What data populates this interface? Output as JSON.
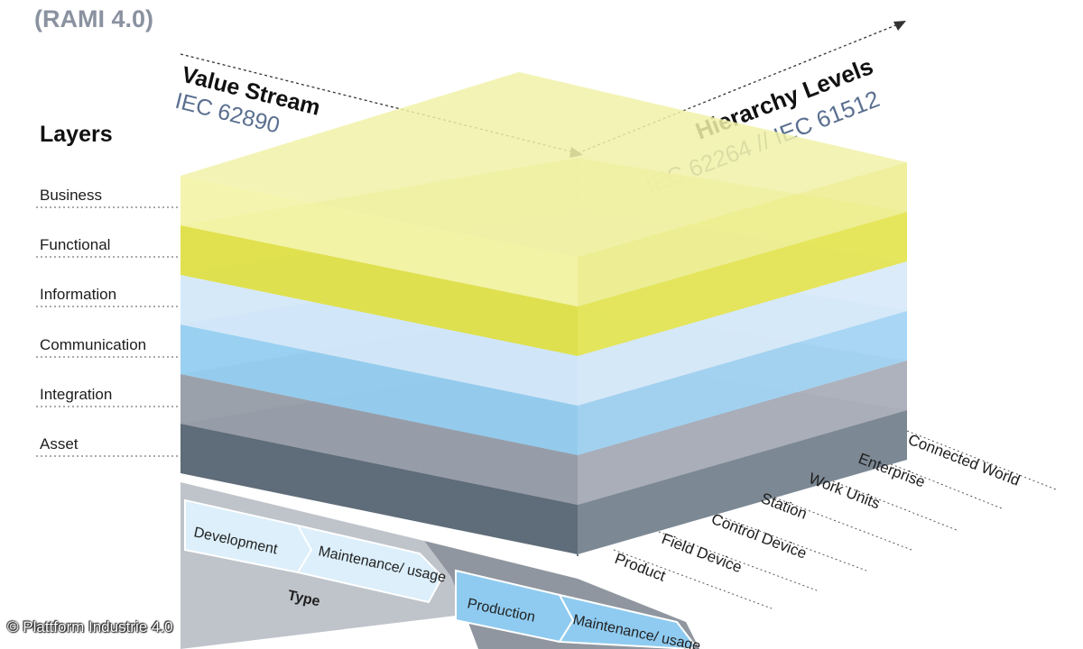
{
  "title": "(RAMI 4.0)",
  "value_stream": {
    "label": "Value Stream",
    "standard": "IEC 62890"
  },
  "hierarchy": {
    "label": "Hierarchy Levels",
    "standard": "IEC 62264 // IEC 61512"
  },
  "layers_heading": "Layers",
  "layers": [
    "Business",
    "Functional",
    "Information",
    "Communication",
    "Integration",
    "Asset"
  ],
  "hierarchy_levels": [
    "Connected World",
    "Enterprise",
    "Work Units",
    "Station",
    "Control Device",
    "Field Device",
    "Product"
  ],
  "life_cycle": {
    "type": {
      "label": "Type",
      "steps": [
        "Development",
        "Maintenance/ usage"
      ]
    },
    "instance": {
      "steps": [
        "Production",
        "Maintenance/ usage"
      ]
    }
  },
  "copyright": "© Plattform Industrie 4.0",
  "colors": {
    "business": "#f3f3a6",
    "functional": "#e3e34a",
    "information": "#d7e9f8",
    "communication": "#9fd2f3",
    "integration": "#a9aeb8",
    "asset": "#707c88",
    "title_gray": "#8a92a0",
    "standard_blue": "#5a6f8f"
  }
}
